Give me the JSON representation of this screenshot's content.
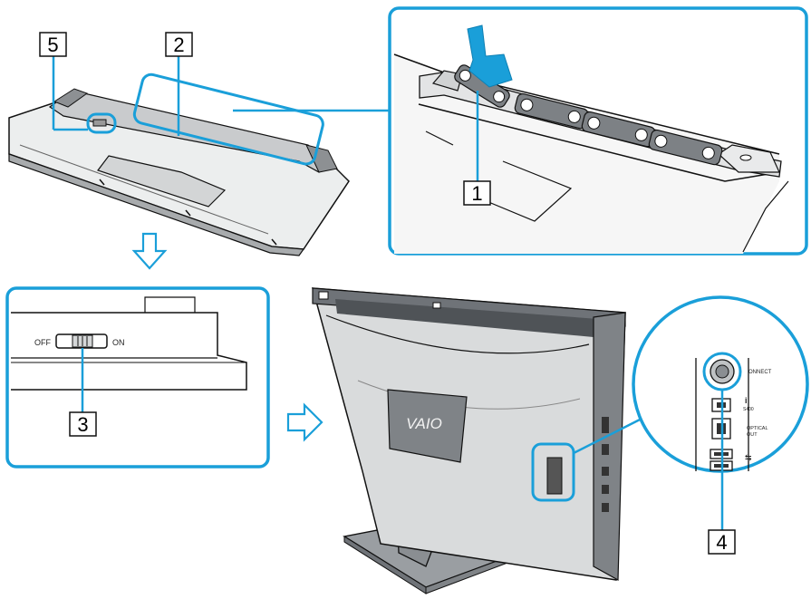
{
  "callouts": {
    "c1": "1",
    "c2": "2",
    "c3": "3",
    "c4": "4",
    "c5": "5"
  },
  "switch": {
    "off_label": "OFF",
    "on_label": "ON"
  },
  "ports": {
    "connect_label": "ONNECT",
    "i_link_label": "S400",
    "optical_label_1": "OPTICAL",
    "optical_label_2": "OUT"
  },
  "brand": {
    "logo_text": "VAIO"
  },
  "colors": {
    "frame": "#1a9fd9",
    "arrow": "#1a9fd9",
    "line": "#111111",
    "device_dark": "#6f7378",
    "device_mid": "#9a9ea2",
    "device_light": "#d9dbdc"
  }
}
